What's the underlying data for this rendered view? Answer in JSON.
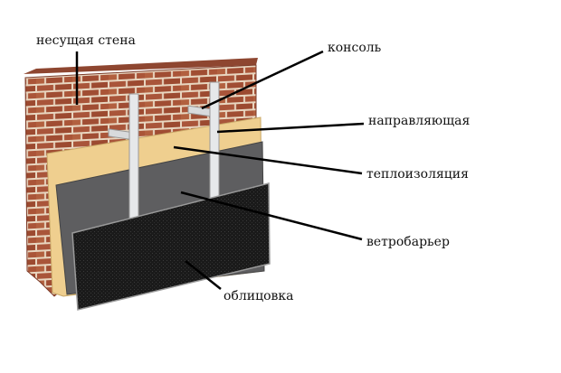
{
  "labels": {
    "wall": "несущая стена",
    "console": "консоль",
    "rail": "направляющая",
    "insulation": "теплоизоляция",
    "wind_barrier": "ветробарьер",
    "cladding": "облицовка"
  },
  "colors": {
    "brick": "#a9553a",
    "mortar": "#e8d6c0",
    "insulation": "#efcf8f",
    "wind_barrier": "#5e5e60",
    "cladding": "#1a1a1a",
    "rail": "#e6e8ea"
  }
}
